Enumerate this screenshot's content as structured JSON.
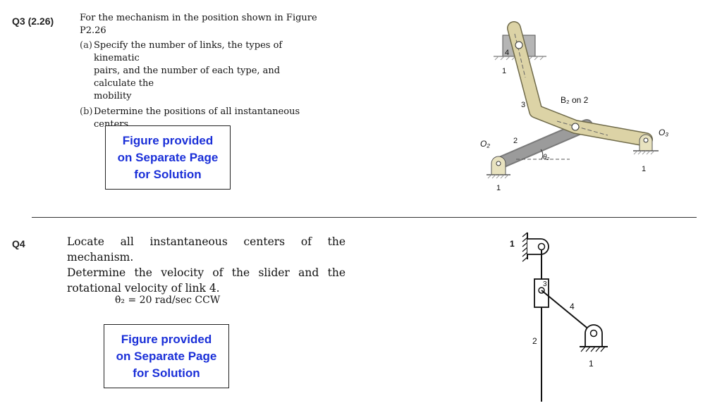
{
  "q3": {
    "label": "Q3 (2.26)",
    "intro_line1": "For the mechanism in the position shown in Figure",
    "intro_line2": "P2.26",
    "part_a_label": "(a)",
    "part_a_line1": "Specify the number of links, the types of kinematic",
    "part_a_line2": "pairs, and the number of each type, and calculate the",
    "part_a_line3": "mobility",
    "part_b_label": "(b)",
    "part_b_text": "Determine the positions of all instantaneous centers",
    "box_line1": "Figure provided",
    "box_line2": "on Separate Page",
    "box_line3": "for Solution",
    "figure": {
      "link4": "4",
      "link1_top": "1",
      "link3": "3",
      "b2_label": "B₂ on 2",
      "o3_label": "O₃",
      "o2_label": "O₂",
      "link2": "2",
      "theta_label": "θ₂",
      "link1_right": "1",
      "link1_bottom": "1"
    }
  },
  "q4": {
    "label": "Q4",
    "text_line1": "Locate all instantaneous centers of the mechanism.",
    "text_line2": "Determine the velocity of the slider and the",
    "text_line3": "rotational velocity of link 4.",
    "given": "θ̇₂ = 20 rad/sec CCW",
    "box_line1": "Figure provided",
    "box_line2": "on Separate Page",
    "box_line3": "for Solution",
    "figure": {
      "link1_top": "1",
      "link3": "3",
      "link4": "4",
      "link2": "2",
      "link1_bottom": "1"
    }
  }
}
